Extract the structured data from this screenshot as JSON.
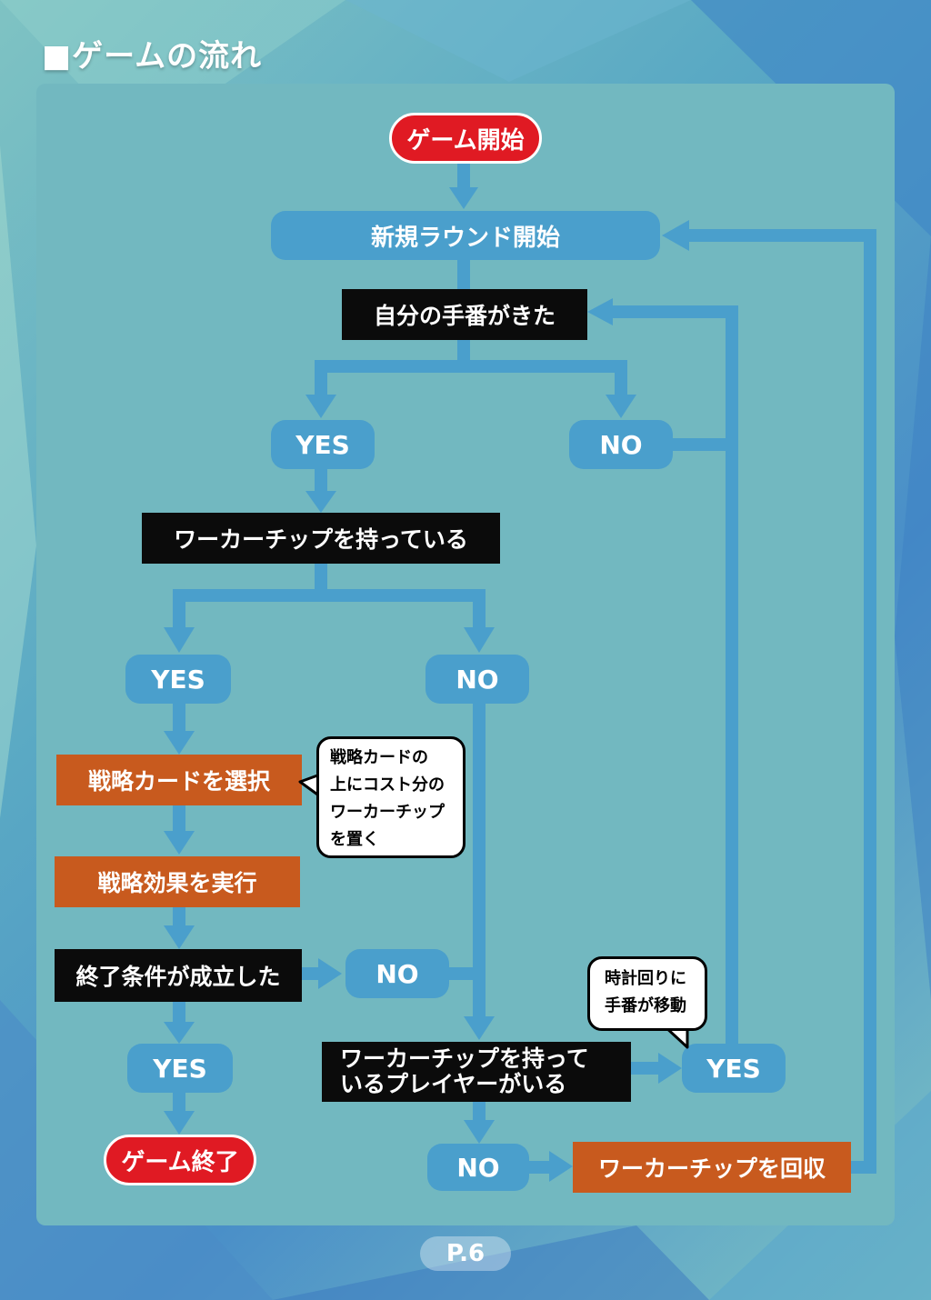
{
  "page_title": "■ゲームの流れ",
  "page_number": "P.6",
  "colors": {
    "flow_line": "#4a9fcc",
    "start_end": "#e01a23",
    "action": "#c85a1e",
    "decision": "#0b0b0b",
    "answer": "#4a9fcc"
  },
  "nodes": {
    "start": "ゲーム開始",
    "new_round": "新規ラウンド開始",
    "my_turn": "自分の手番がきた",
    "yes1": "YES",
    "no1": "NO",
    "has_chip": "ワーカーチップを持っている",
    "yes2": "YES",
    "no2": "NO",
    "select_card": "戦略カードを選択",
    "execute": "戦略効果を実行",
    "end_condition": "終了条件が成立した",
    "no3": "NO",
    "yes3": "YES",
    "game_end": "ゲーム終了",
    "others_chip_line1": "ワーカーチップを持って",
    "others_chip_line2": "いるプレイヤーがいる",
    "yes4": "YES",
    "no4": "NO",
    "collect": "ワーカーチップを回収"
  },
  "callouts": {
    "cost": [
      "戦略カードの",
      "上にコスト分の",
      "ワーカーチップ",
      "を置く"
    ],
    "clockwise": [
      "時計回りに",
      "手番が移動"
    ]
  }
}
